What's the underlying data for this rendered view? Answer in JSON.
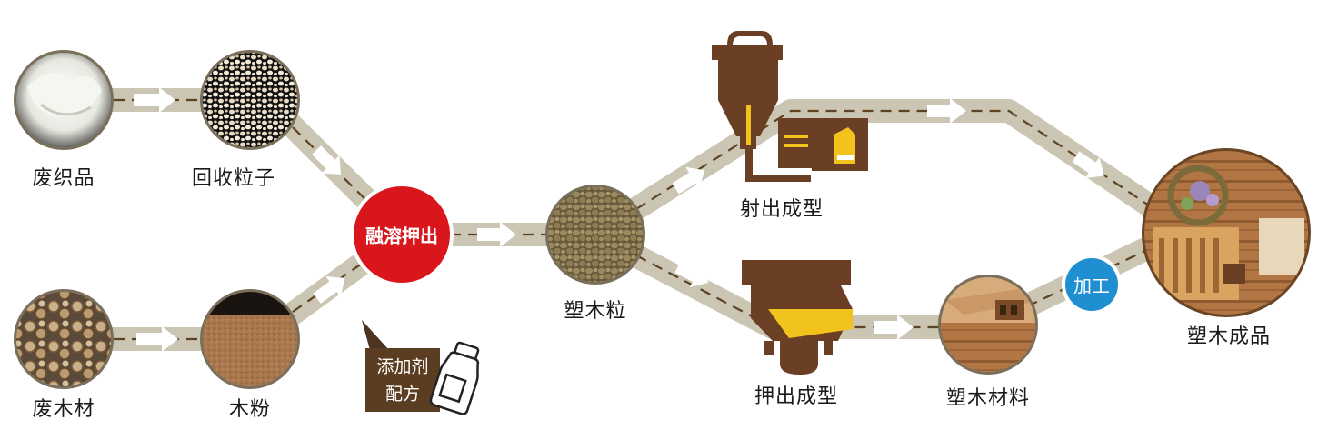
{
  "colors": {
    "path": "#cbc5b3",
    "path_dash": "#5e4322",
    "arrow": "#ffffff",
    "machine": "#6b3f23",
    "machine_yellow": "#f2c21d",
    "node_ring": "#7a6f5a",
    "melt_red": "#d9161c",
    "process_blue": "#1f8fd2"
  },
  "nodes": {
    "waste_textile": "废织品",
    "recycled_pellets": "回收粒子",
    "waste_wood": "废木材",
    "wood_powder": "木粉",
    "melt_extrude": "融溶押出",
    "wpc_pellets": "塑木粒",
    "injection_molding": "射出成型",
    "extrusion_molding": "押出成型",
    "wpc_material": "塑木材料",
    "processing": "加工",
    "wpc_product": "塑木成品"
  },
  "additive": {
    "line1": "添加剂",
    "line2": "配方"
  },
  "icons": {
    "pellet_texture": "pellet-photo-icon",
    "hopper": "hopper-machine-icon",
    "extruder": "extruder-machine-icon",
    "bottle": "additive-bottle-icon"
  }
}
